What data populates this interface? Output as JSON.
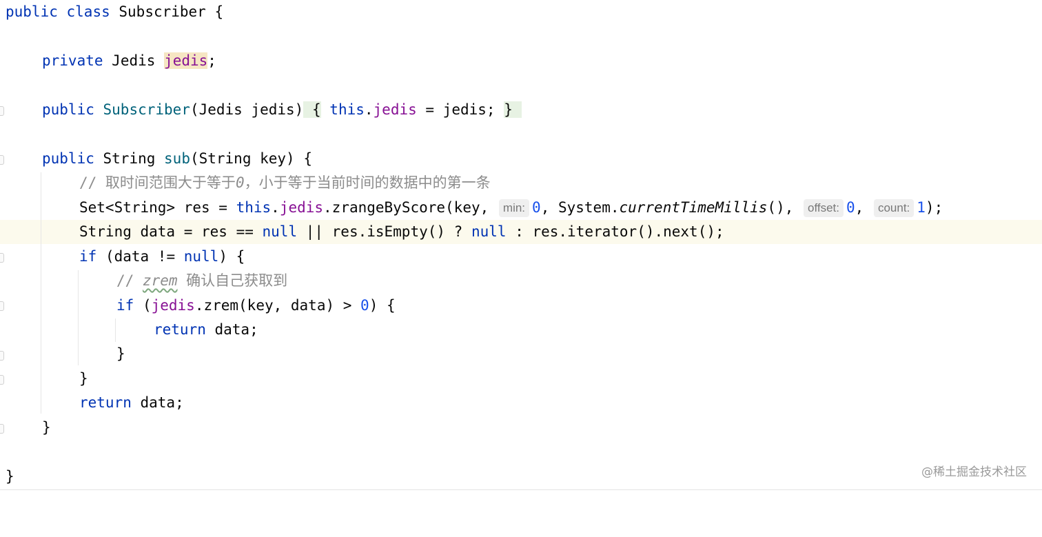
{
  "lines": {
    "l1": {
      "kw1": "public",
      "kw2": "class",
      "name": "Subscriber",
      "brace": "{"
    },
    "l3": {
      "kw1": "private",
      "type": "Jedis",
      "field": "jedis",
      "semi": ";"
    },
    "l5": {
      "kw1": "public",
      "ctor": "Subscriber",
      "params": "(Jedis jedis)",
      "open": "{",
      "this": "this",
      "dot": ".",
      "field": "jedis",
      "rest": " = jedis;",
      "close": "}"
    },
    "l7": {
      "kw1": "public",
      "type": "String",
      "method": "sub",
      "rest": "(String key) {"
    },
    "l8": {
      "comment1": "// 取时间范围大于等于",
      "comment_num": "0",
      "comment2": "，小于等于当前时间的数据中的第一条"
    },
    "l9": {
      "p1": "Set<String> res = ",
      "this": "this",
      "dot": ".",
      "field": "jedis",
      "p2": ".zrangeByScore(key, ",
      "hint1": "min:",
      "n1": "0",
      "p3": ", System.",
      "call": "currentTimeMillis",
      "p4": "(), ",
      "hint2": "offset:",
      "n2": "0",
      "p5": ", ",
      "hint3": "count:",
      "n3": "1",
      "p6": ");"
    },
    "l10": {
      "p1": "String data = res == ",
      "null1": "null",
      "p2": " || res.isEmpty() ? ",
      "null2": "null",
      "p3": " : res.iterator().next();"
    },
    "l11": {
      "kw": "if",
      "p1": " (data != ",
      "null": "null",
      "p2": ") {"
    },
    "l12": {
      "slashes": "// ",
      "word": "zrem",
      "rest": " 确认自己获取到"
    },
    "l13": {
      "kw": "if",
      "p1": " (",
      "field": "jedis",
      "p2": ".zrem(key, data) > ",
      "num": "0",
      "p3": ") {"
    },
    "l14": {
      "kw": "return",
      "rest": " data;"
    },
    "l15": {
      "brace": "}"
    },
    "l16": {
      "brace": "}"
    },
    "l17": {
      "kw": "return",
      "rest": " data;"
    },
    "l18": {
      "brace": "}"
    },
    "l20": {
      "brace": "}"
    }
  },
  "watermark": "@稀土掘金技术社区"
}
